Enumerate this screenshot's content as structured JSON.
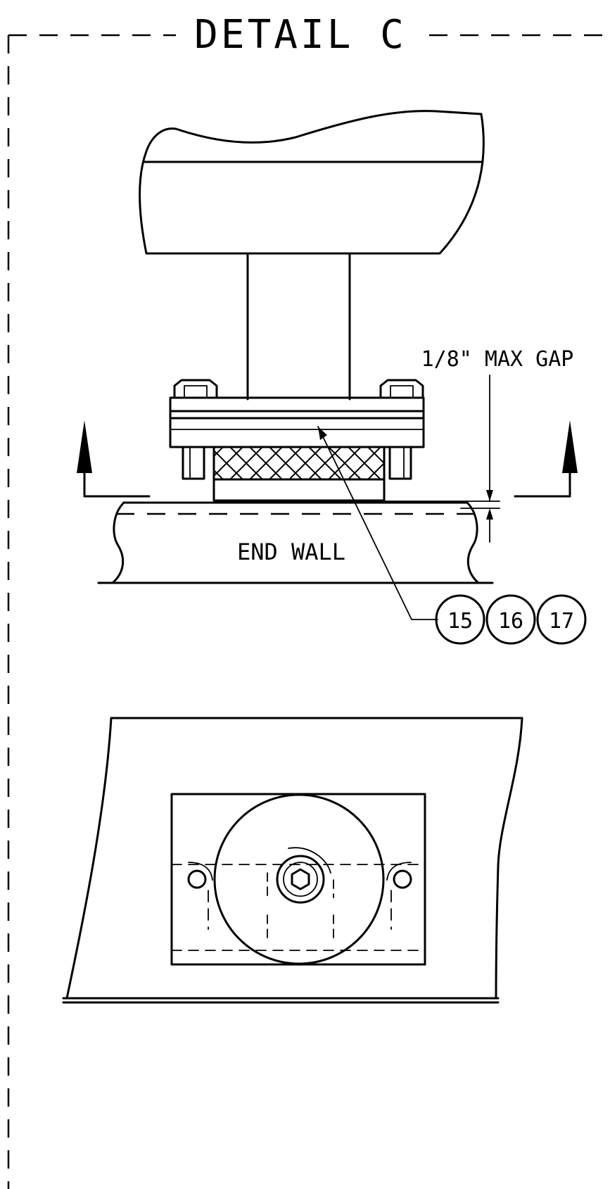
{
  "detail": {
    "title": "DETAIL C",
    "gap_note": "1/8\" MAX GAP",
    "wall_label": "END WALL",
    "callouts": [
      "15",
      "16",
      "17"
    ]
  }
}
